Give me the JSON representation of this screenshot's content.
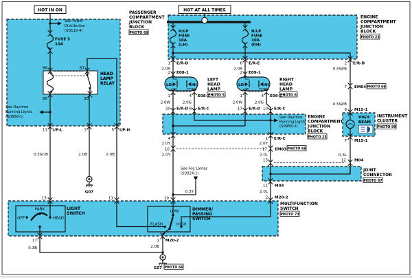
{
  "tags": {
    "hot_in_on": "HOT IN ON",
    "hot_at_all_times": "HOT AT ALL TIMES"
  },
  "colors": {
    "block_fill": "#54c7e9",
    "wire": "#111111"
  },
  "blocks": {
    "passenger_jb": {
      "lines": [
        "PASSENGER",
        "COMPARTMENT",
        "JUNCTION",
        "BLOCK"
      ],
      "photo": "PHOTO 69"
    },
    "engine_jb_top": {
      "lines": [
        "ENGINE",
        "COMPARTMENT",
        "JUNCTION",
        "BLOCK"
      ],
      "photo": "PHOTO 23"
    },
    "engine_jb_mid": {
      "lines": [
        "ENGINE",
        "COMPARTMENT",
        "JUNCTION",
        "BLOCK"
      ],
      "photo": "PHOTO 23"
    },
    "instrument_cluster": {
      "lines": [
        "INSTRUMENT",
        "CLUSTER"
      ],
      "photo": "PHOTO 90"
    },
    "joint_connector": {
      "lines": [
        "JOINT",
        "CONNECTOR"
      ],
      "photo": "PHOTO 67"
    },
    "multifunction_switch": {
      "lines": [
        "MULTIFUNCTION",
        "SWITCH"
      ],
      "photo": "PHOTO 73"
    }
  },
  "components": {
    "fuse5": {
      "lines": [
        "FUSE 5",
        "10A"
      ]
    },
    "hlp_fuse_lh": {
      "lines": [
        "H/LP",
        "FUSE",
        "10A",
        "(LH)"
      ]
    },
    "hlp_fuse_rh": {
      "lines": [
        "H/LP",
        "FUSE",
        "10A",
        "(RH)"
      ]
    },
    "relay": {
      "lines": [
        "HEAD",
        "LAMP",
        "RELAY"
      ],
      "pin86": "86",
      "pin87": "87",
      "pin85": "85",
      "pin30": "30"
    },
    "left_lamp": {
      "lines": [
        "LEFT",
        "HEAD",
        "LAMP"
      ],
      "photo": "PHOTO 5",
      "lo": "LO",
      "hi": "HI"
    },
    "right_lamp": {
      "lines": [
        "RIGHT",
        "HEAD",
        "LAMP"
      ],
      "photo": "PHOTO 6",
      "lo": "LO",
      "hi": "HI"
    },
    "light_switch": {
      "lines": [
        "LIGHT",
        "SWITCH"
      ],
      "off": "OFF",
      "park": "PARK",
      "head": "HEAD"
    },
    "dimmer_switch": {
      "lines": [
        "DIMMER/",
        "PASSING",
        "SWITCH"
      ],
      "low": "LOW",
      "flash": "FLASH",
      "high": "HIGH"
    },
    "high_beam_indicator": {
      "lines": [
        "HIGH",
        "BEAM"
      ]
    }
  },
  "refs": {
    "power_distribution": {
      "lines": [
        "See Power",
        "Distribution",
        "(SD110-4)"
      ]
    },
    "daytime_running_1": {
      "lines": [
        "See Daytime",
        "Running Lights",
        "(SD958-1)"
      ]
    },
    "daytime_running_2": {
      "lines": [
        "See Daytime",
        "Running Lights",
        "(SD958-2)"
      ]
    },
    "fog_lamps": {
      "lines": [
        "See Fog Lamps",
        "(SD924-1)"
      ]
    }
  },
  "grounds": {
    "g1": "G07",
    "g2": "G07",
    "g2_photo": "PHOTO 66"
  },
  "pins": {
    "ip_l": {
      "n": "11",
      "c": "I/P-L"
    },
    "ip_gnd": {
      "n": "3"
    },
    "ip_h": {
      "n": "5",
      "c": "I/P-H"
    },
    "ls_15": {
      "n": "15"
    },
    "ls_17": {
      "n": "17"
    },
    "dm_11": {
      "n": "11"
    },
    "dm_10": {
      "n": "10"
    },
    "dm_1": {
      "n": "1",
      "c": "M20-2"
    },
    "dm_2": {
      "n": "2",
      "c": "M20-2"
    },
    "er_d1": {
      "n": "1",
      "c": "E/R-D"
    },
    "er_e6": {
      "n": "6",
      "c": "E/R-E"
    },
    "er_d2": {
      "n": "2",
      "c": "E/R-D"
    },
    "e08_2": {
      "n": "2",
      "c": "E08-1"
    },
    "e08_14": {
      "n1": "1",
      "n4": "4",
      "c": "E08-1"
    },
    "e09_2": {
      "n": "2",
      "c": "E09-1"
    },
    "e09_14": {
      "n1": "1",
      "n4": "4",
      "c": "E09-1"
    },
    "er_d20": {
      "n": "20",
      "c": "E/R-D"
    },
    "er_c8": {
      "n": "8",
      "c": "E/R-C"
    },
    "er_d17": {
      "n": "17",
      "c": "E/R-D"
    },
    "er_c10": {
      "n": "10",
      "c": "E/R-C"
    },
    "jb_4": {
      "n": "4"
    },
    "em03_16": {
      "n": "16"
    },
    "er_c1": {
      "n": "1",
      "c": "E/R-C"
    },
    "em03_17": {
      "n": "17",
      "c": "EM03",
      "photo": "PHOTO 68"
    },
    "m04_13": {
      "n": "13"
    },
    "m04_11": {
      "n": "11",
      "c": "M04"
    },
    "m04_12": {
      "n": "12",
      "c": "M04"
    },
    "em04_7": {
      "n": "7",
      "c": "EM04",
      "photo": "PHOTO 68"
    },
    "m15_6": {
      "n": "6",
      "c": "M15-1"
    },
    "m15_7": {
      "n": "7",
      "c": "M15-1"
    }
  },
  "wires": {
    "w_03grb": "0.3Gr/B",
    "w_20b_a": "2.0B",
    "w_20b_b": "2.0B",
    "w_03b": "0.3B",
    "w_20b_c": "2.0B",
    "w_20r_l": "2.0R",
    "w_20r_r": "2.0R",
    "w_05wb_a": "0.5W/B",
    "w_05wb_b": "0.5W/B",
    "w_03l": "0.3L",
    "w_20w_l": "2.0W",
    "w_20g_l": "2.0G",
    "w_20w_r": "2.0W",
    "w_20g_r": "2.0G",
    "w_20y_a": "2.0Y",
    "w_20y_b": "2.0Y",
    "w_20y_c": "2.0Y",
    "w_20l_a": "2.0L",
    "w_20l_b": "2.0L",
    "w_03y": "0.3Y"
  }
}
